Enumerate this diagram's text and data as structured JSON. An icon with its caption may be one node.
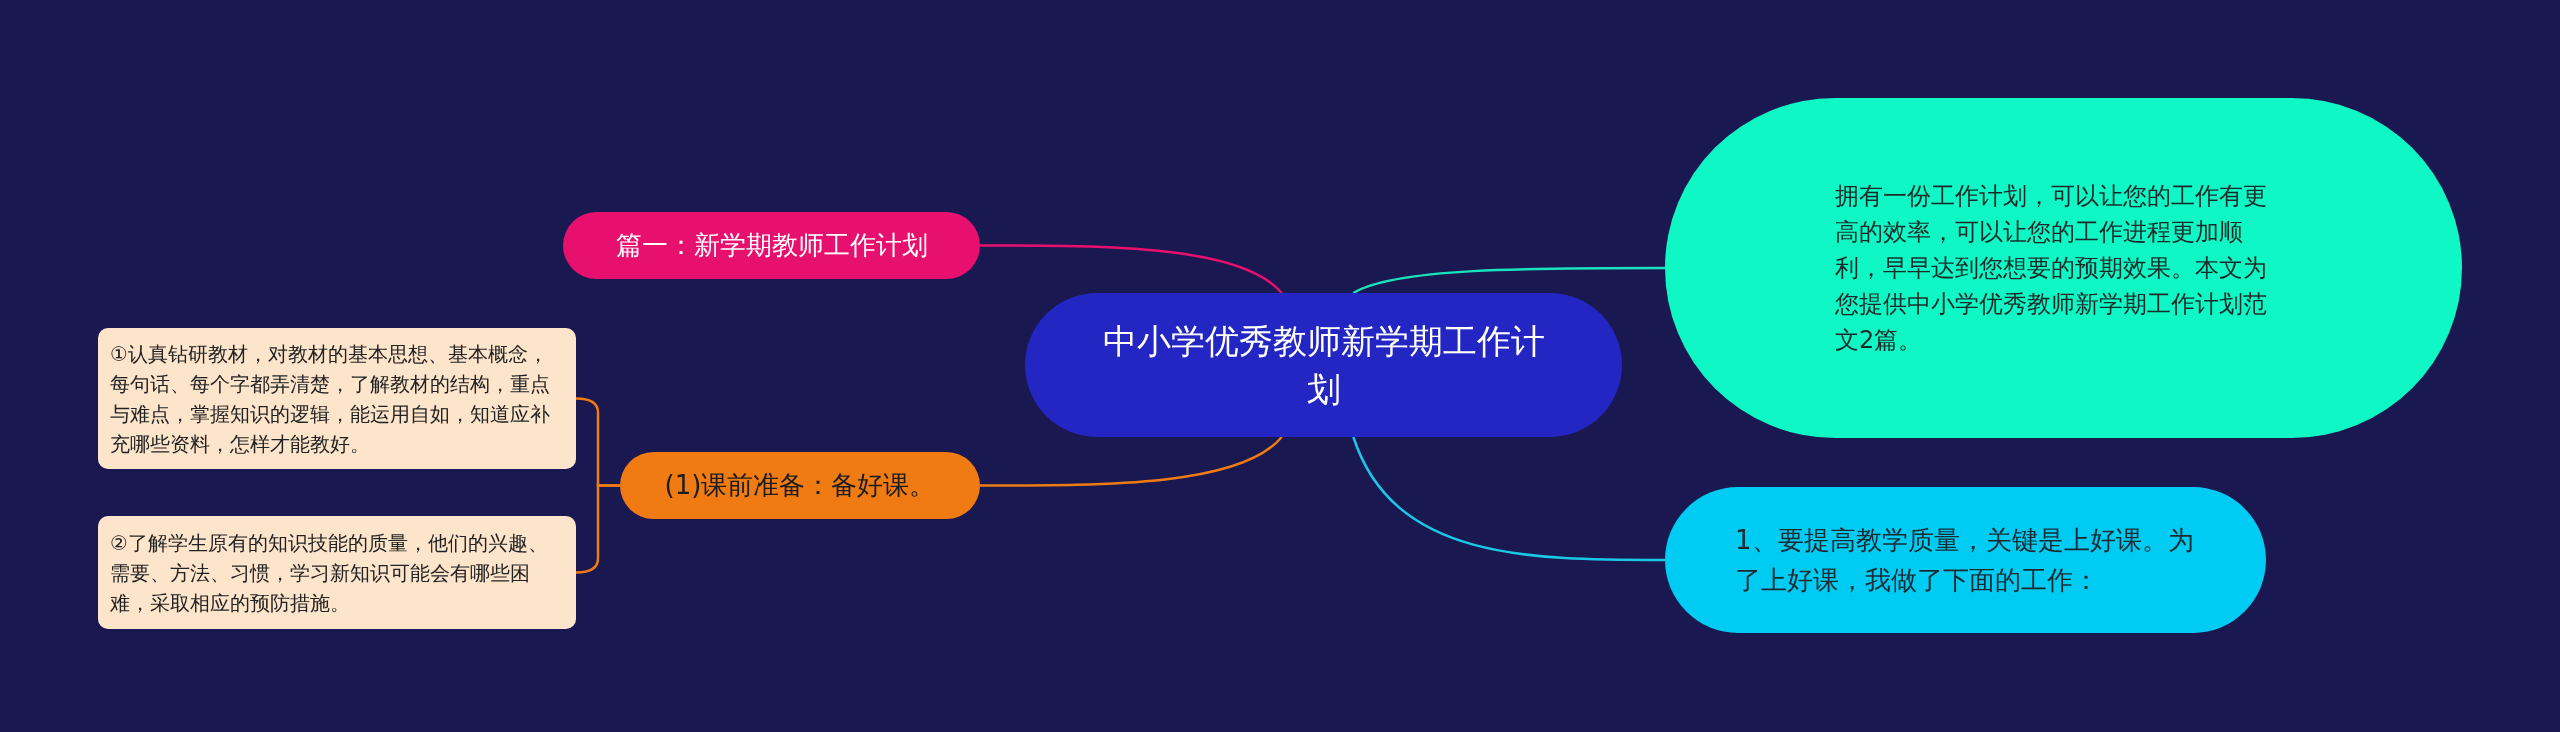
{
  "diagram": {
    "nodes": [
      {
        "text": [
          "中小学优秀教师新学期工作计划"
        ]
      },
      {
        "text": [
          "篇一：新学期教师工作计划"
        ]
      },
      {
        "text": [
          "(1)课前准备：备好课。"
        ]
      },
      {
        "text": [
          "①认真钻研教材，对教材的基本思想、基本概念，每句话、每个字都弄清楚，了解教材的结构，重点与难点，掌握知识的逻辑，能运用自如，知道应补充哪些资料，怎样才能教好。"
        ]
      },
      {
        "text": [
          "②了解学生原有的知识技能的质量，他们的兴趣、需要、方法、习惯，学习新知识可能会有哪些困难，采取相应的预防措施。"
        ]
      },
      {
        "text": [
          "拥有一份工作计划，可以让您的工作有更高的效率，可以让您的工作进程更加顺利，早早达到您想要的预期效果。本文为您提供中小学优秀教师新学期工作计划范文2篇。"
        ]
      },
      {
        "text": [
          "1、要提高教学质量，关键是上好课。为了上好课，我做了下面的工作："
        ]
      }
    ],
    "edges": [
      {
        "from": 0,
        "to": 1,
        "arrow": "none",
        "color": "#e8106e"
      },
      {
        "from": 0,
        "to": 2,
        "arrow": "none",
        "color": "#f07b12"
      },
      {
        "from": 2,
        "to": 3,
        "arrow": "none",
        "color": "#f07b12"
      },
      {
        "from": 2,
        "to": 4,
        "arrow": "none",
        "color": "#f07b12"
      },
      {
        "from": 0,
        "to": 5,
        "arrow": "none",
        "color": "#19e3bb"
      },
      {
        "from": 0,
        "to": 6,
        "arrow": "none",
        "color": "#1ac7e6"
      }
    ]
  }
}
